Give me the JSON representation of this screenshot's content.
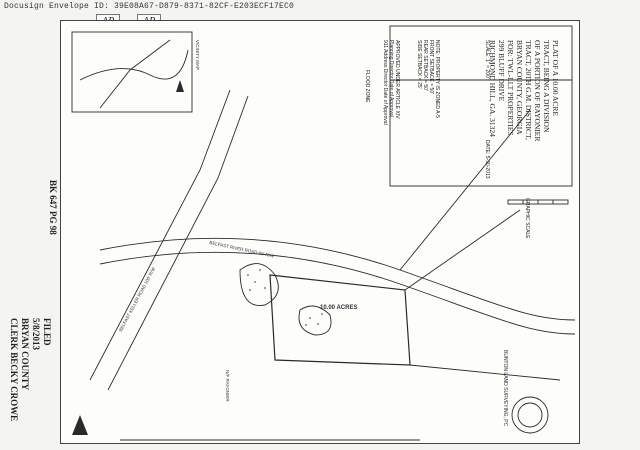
{
  "envelope": {
    "text": "Docusign Envelope ID: 39E08A67-D879-8371-82CF-E203ECF17EC0"
  },
  "initials": [
    "AP",
    "AP"
  ],
  "filed": {
    "filed_label": "FILED",
    "date": "5/8/2013",
    "county": "BRYAN COUNTY",
    "clerk": "CLERK BECKY CROWE",
    "book_page": "BK 647  PG 98"
  },
  "title_block": {
    "line1": "PLAT OF A 10.00 ACRE",
    "line2": "TRACT, BEING A DIVISION",
    "line3": "OF A PORTION OF RAYONIER",
    "line4": "TRACT, 20TH G.M. DISTRICT,",
    "line5": "BRYAN COUNTY, GEORGIA",
    "line6": "FOR: TWL-LLT PROPERTIES",
    "line7": "299 BLUFF DRIVE",
    "line8": "RICHMOND HILL, GA. 31324",
    "date": "DATE: 5-30-2013",
    "scale": "SCALE: 1\" = 200'"
  },
  "notes": {
    "setback_title": "NOTE: PROPERTY IS ZONED A-5",
    "front": "FRONT SETBACK = 50'",
    "rear": "REAR SETBACK = 50'",
    "side": "SIDE SETBACK = 25'",
    "approved": "APPROVED UNDER ARTICLE XIV",
    "planning": "Planning Director   Date of Approval",
    "addressing": "911 Address Director   Date of Approval",
    "flood": "FLOOD ZONE"
  },
  "graphic_scale": "GRAPHIC SCALE",
  "labels": {
    "road": "BELFAST RIVER ROAD 60' R/W",
    "keller": "BELFAST KELLER ROAD 100' R/W",
    "acres": "10.00 ACRES",
    "now_formerly": "N/F RAYONIER",
    "vicinity": "VICINITY MAP",
    "surveyor": "BUNTON LAND SURVEYING, PC",
    "north_arrow": "N"
  },
  "colors": {
    "ink": "#2a2a2a",
    "paper": "#fdfdfc",
    "background": "#f4f4f2"
  }
}
